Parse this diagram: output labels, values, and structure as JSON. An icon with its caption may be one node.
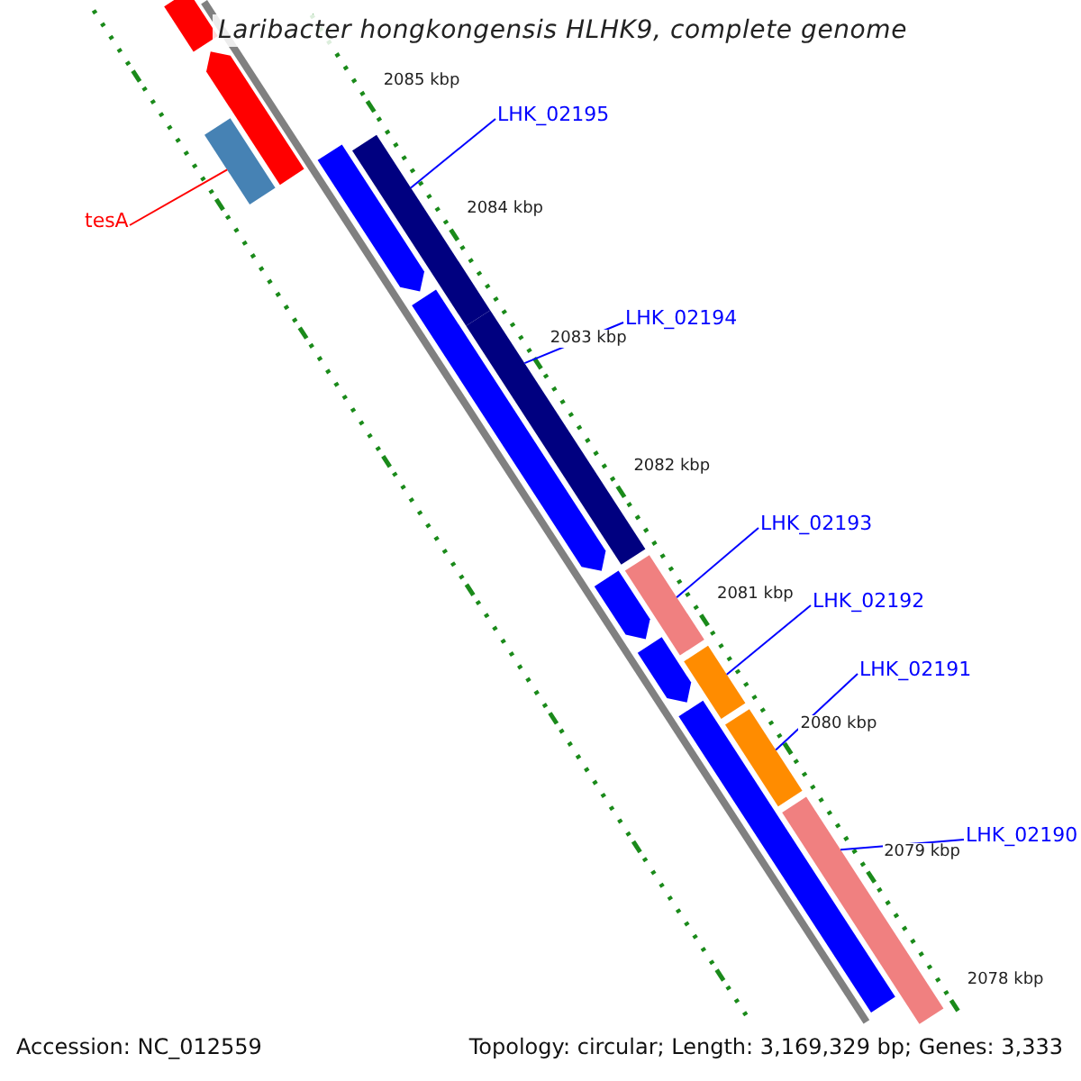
{
  "diagram": {
    "title": "Laribacter hongkongensis HLHK9, complete genome",
    "nodes": [
      {
        "text": [
          "tesA"
        ]
      },
      {
        "text": [],
        "shape": "bar"
      },
      {
        "text": [
          "LHK_02195"
        ]
      },
      {
        "text": [],
        "shape": "bar"
      },
      {
        "text": [
          "LHK_02194"
        ]
      },
      {
        "text": [],
        "shape": "bar"
      },
      {
        "text": [
          "LHK_02193"
        ]
      },
      {
        "text": [],
        "shape": "bar"
      },
      {
        "text": [
          "LHK_02192"
        ]
      },
      {
        "text": [],
        "shape": "bar"
      },
      {
        "text": [
          "LHK_02191"
        ]
      },
      {
        "text": [],
        "shape": "bar"
      },
      {
        "text": [
          "LHK_02190"
        ]
      },
      {
        "text": [],
        "shape": "bar"
      },
      {
        "text": [],
        "shape": "bar"
      },
      {
        "text": [],
        "shape": "arrow"
      },
      {
        "text": [],
        "shape": "arrow"
      },
      {
        "text": [],
        "shape": "arrow"
      },
      {
        "text": [],
        "shape": "arrow"
      },
      {
        "text": [],
        "shape": "arrow"
      },
      {
        "text": [],
        "shape": "bar"
      }
    ],
    "edges": [
      {
        "from": 0,
        "to": 1,
        "arrow": "none",
        "color": "#ff0000"
      },
      {
        "from": 2,
        "to": 3,
        "arrow": "none"
      },
      {
        "from": 4,
        "to": 5,
        "arrow": "none"
      },
      {
        "from": 6,
        "to": 7,
        "arrow": "none"
      },
      {
        "from": 8,
        "to": 9,
        "arrow": "none"
      },
      {
        "from": 10,
        "to": 11,
        "arrow": "none"
      },
      {
        "from": 12,
        "to": 13,
        "arrow": "none"
      }
    ],
    "labels": [
      "2085 kbp",
      "2084 kbp",
      "2083 kbp",
      "2082 kbp",
      "2081 kbp",
      "2080 kbp",
      "2079 kbp",
      "2078 kbp",
      "Accession: NC_012559",
      "Topology: circular; Length: 3,169,329 bp; Genes: 3,333"
    ]
  }
}
